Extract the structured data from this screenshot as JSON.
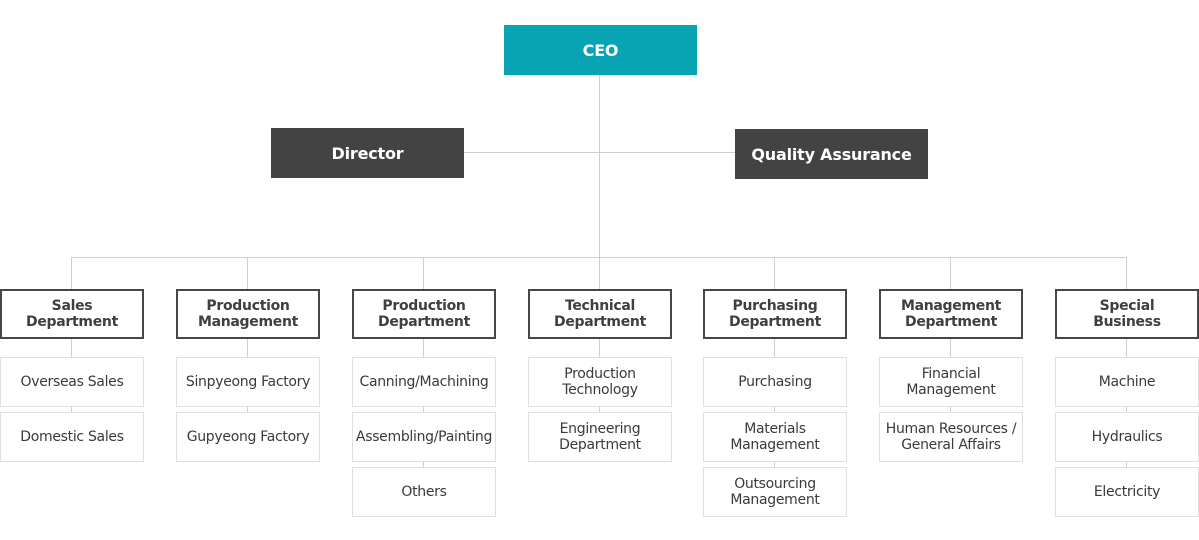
{
  "ceo": "CEO",
  "director": "Director",
  "quality_assurance": "Quality Assurance",
  "departments": [
    {
      "name_lines": [
        "Sales",
        "Department"
      ],
      "units": [
        [
          "Overseas Sales"
        ],
        [
          "Domestic Sales"
        ]
      ]
    },
    {
      "name_lines": [
        "Production",
        "Management"
      ],
      "units": [
        [
          "Sinpyeong Factory"
        ],
        [
          "Gupyeong Factory"
        ]
      ]
    },
    {
      "name_lines": [
        "Production",
        "Department"
      ],
      "units": [
        [
          "Canning/Machining"
        ],
        [
          "Assembling/Painting"
        ],
        [
          "Others"
        ]
      ]
    },
    {
      "name_lines": [
        "Technical",
        "Department"
      ],
      "units": [
        [
          "Production",
          "Technology"
        ],
        [
          "Engineering",
          "Department"
        ]
      ]
    },
    {
      "name_lines": [
        "Purchasing",
        "Department"
      ],
      "units": [
        [
          "Purchasing"
        ],
        [
          "Materials",
          "Management"
        ],
        [
          "Outsourcing",
          "Management"
        ]
      ]
    },
    {
      "name_lines": [
        "Management",
        "Department"
      ],
      "units": [
        [
          "Financial",
          "Management"
        ],
        [
          "Human Resources /",
          "General Affairs"
        ]
      ]
    },
    {
      "name_lines": [
        "Special",
        "Business"
      ],
      "units": [
        [
          "Machine"
        ],
        [
          "Hydraulics"
        ],
        [
          "Electricity"
        ]
      ]
    }
  ]
}
